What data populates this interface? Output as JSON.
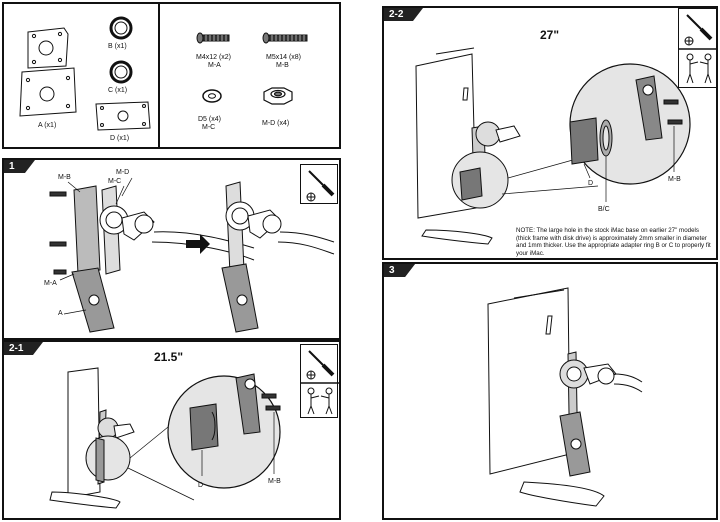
{
  "parts": {
    "B": "B (x1)",
    "C": "C (x1)",
    "A": "A (x1)",
    "D": "D (x1)",
    "screw_a_size": "M4x12 (x2)",
    "screw_a_code": "M-A",
    "screw_b_size": "M5x14 (x8)",
    "screw_b_code": "M-B",
    "washer_size": "D5 (x4)",
    "washer_code": "M-C",
    "nut": "M-D (x4)"
  },
  "step1": {
    "number": "1",
    "callouts": {
      "mb": "M-B",
      "md": "M-D",
      "mc": "M-C",
      "ma": "M-A",
      "a": "A"
    }
  },
  "step21": {
    "number": "2-1",
    "title": "21.5\"",
    "callouts": {
      "d": "D",
      "mb": "M-B"
    }
  },
  "step22": {
    "number": "2-2",
    "title": "27\"",
    "callouts": {
      "d": "D",
      "bc": "B/C",
      "mb": "M-B"
    },
    "note": "NOTE: The large hole in the stock iMac base on earlier 27\" models (thick frame with disk drive) is approximately 2mm smaller in diameter and 1mm thicker. Use the appropriate adapter ring B or C to properly fit your iMac."
  },
  "step3": {
    "number": "3"
  }
}
